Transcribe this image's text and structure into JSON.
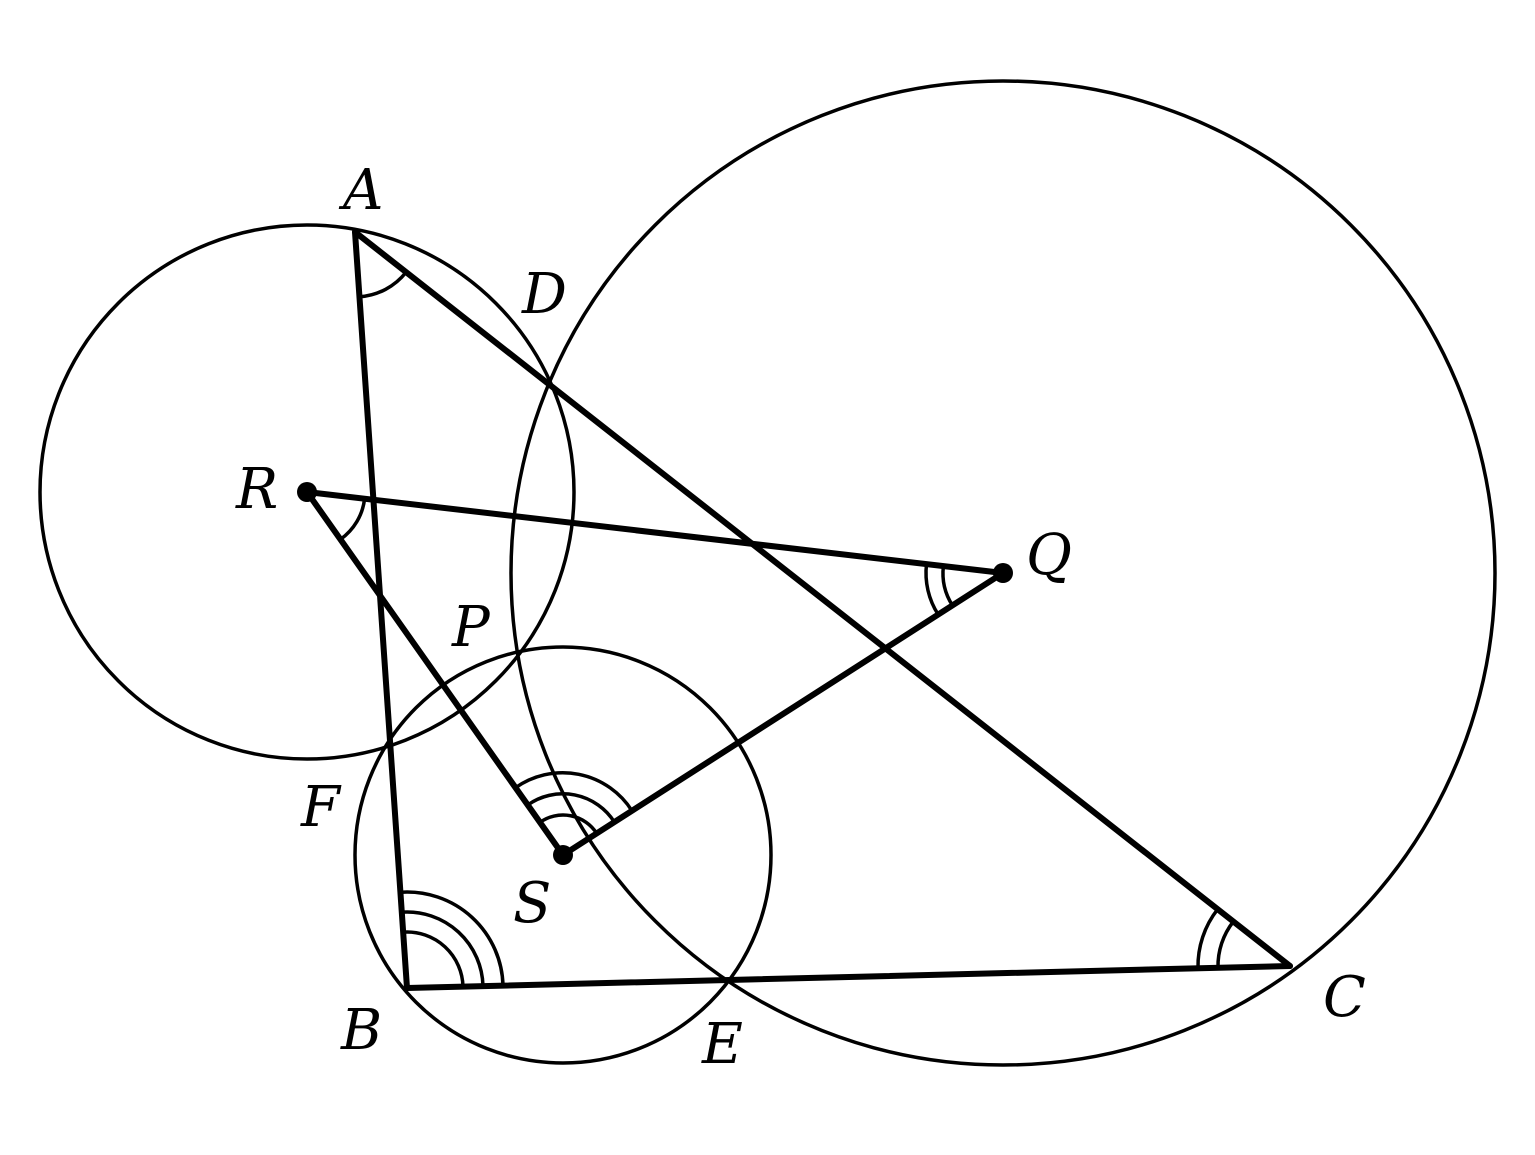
{
  "labels": {
    "A": "A",
    "B": "B",
    "C": "C",
    "D": "D",
    "E": "E",
    "F": "F",
    "P": "P",
    "Q": "Q",
    "R": "R",
    "S": "S"
  },
  "colors": {
    "stroke": "#000000",
    "background": "#ffffff"
  }
}
